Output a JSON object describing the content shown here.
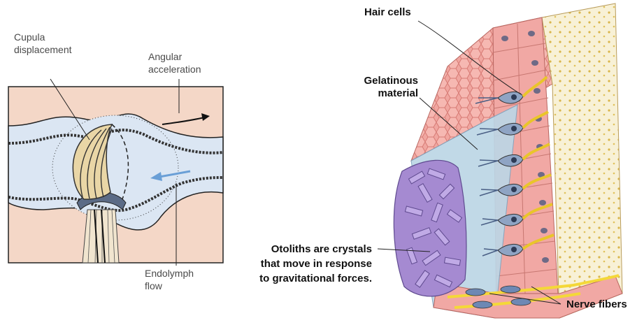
{
  "left_panel": {
    "labels": {
      "cupula_line1": "Cupula",
      "cupula_line2": "displacement",
      "angular_line1": "Angular",
      "angular_line2": "acceleration",
      "endolymph_line1": "Endolymph",
      "endolymph_line2": "flow"
    }
  },
  "right_panel": {
    "labels": {
      "hair_cells": "Hair cells",
      "gelatinous_line1": "Gelatinous",
      "gelatinous_line2": "material",
      "otoliths_line1": "Otoliths are crystals",
      "otoliths_line2": "that move in response",
      "otoliths_line3": "to gravitational forces.",
      "nerve_fibers": "Nerve fibers"
    }
  },
  "colors": {
    "canal_fill": "#dbe6f3",
    "background_tissue": "#f4d7c7",
    "cupula": "#e9d6a6",
    "epithelium": "#f1a8a4",
    "otolith": "#a58ad1",
    "nerve": "#f4d838",
    "connective": "#f6efcd",
    "arrow_blue": "#6a9fd6"
  }
}
